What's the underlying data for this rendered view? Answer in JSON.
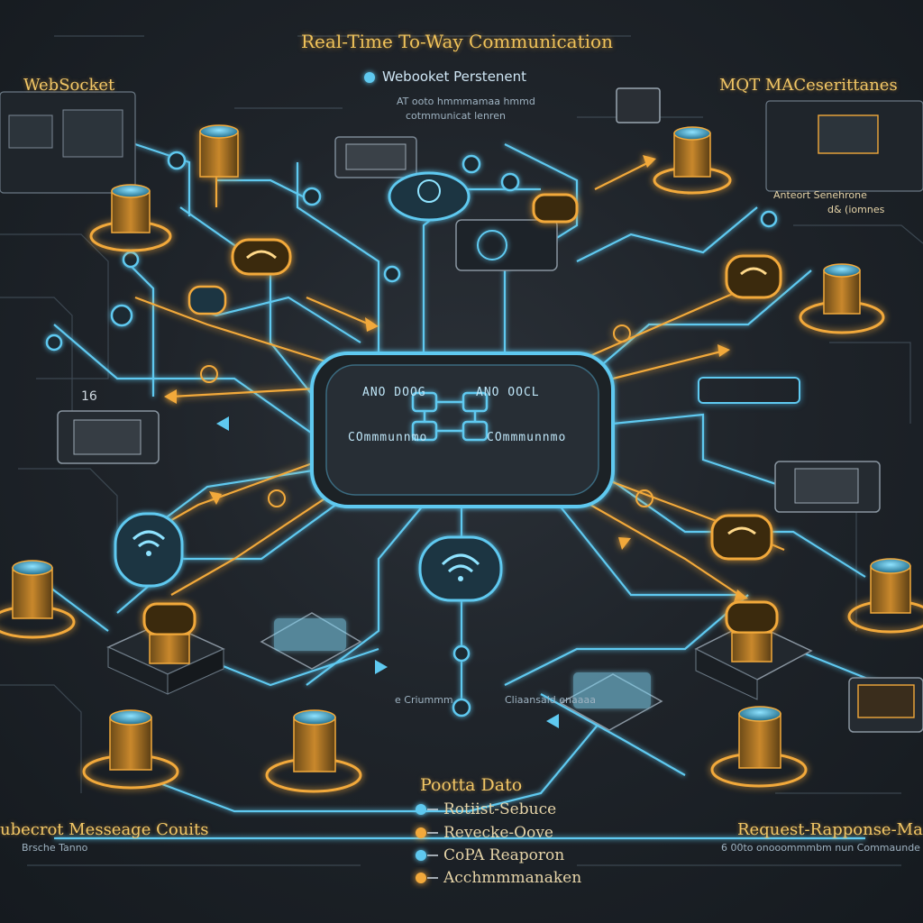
{
  "header": {
    "title": "Real-Time To-Way Communication",
    "subtitle": "Webooket Perstenent",
    "caption_line1": "AT ooto hmmmamaa hmmd",
    "caption_line2": "cotmmunicat lenren"
  },
  "corners": {
    "top_left": "WebSocket",
    "top_right": "MQT MACeserittanes",
    "top_right_sub": "Anteort Senehrone",
    "top_right_sub2": "d& (iomnes",
    "bottom_left": "ubecrot Messeage Couits",
    "bottom_left_sub": "Brsche Tanno",
    "bottom_right": "Request-Rapponse-Ma",
    "bottom_right_sub": "6 00to onooommmbm nun Commaunde"
  },
  "hub": {
    "line1_left": "ANO DOOG",
    "line1_right": "ANO OOCL",
    "line2_left": "COmmmunnmo",
    "line2_right": "COmmmunnmo"
  },
  "misc_labels": {
    "left_box_number": "16",
    "center_small": "e Criummm",
    "center_small2": "Cliaansald enaaaa"
  },
  "legend": {
    "title": "Pootta Dato",
    "items": [
      {
        "label": "Rotiist-Sebuce",
        "color": "#5fc9f0"
      },
      {
        "label": "Revecke-Oove",
        "color": "#f2a93b"
      },
      {
        "label": "CoPA Reaporon",
        "color": "#5fc9f0"
      },
      {
        "label": "Acchmmmanaken",
        "color": "#f2a93b"
      }
    ]
  },
  "colors": {
    "cyan": "#5fc9f0",
    "orange": "#f2a93b",
    "background": "#1d2228"
  }
}
